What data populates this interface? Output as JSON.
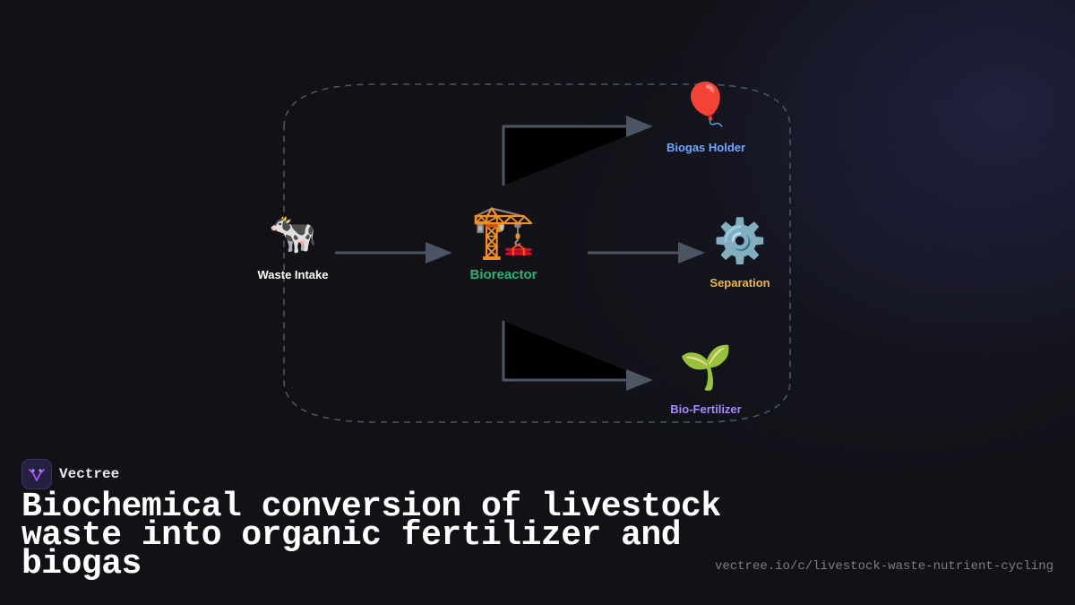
{
  "diagram": {
    "nodes": {
      "waste_intake": {
        "label": "Waste Intake",
        "icon": "cow-icon",
        "glyph": "🐄",
        "color": "#ffffff"
      },
      "bioreactor": {
        "label": "Bioreactor",
        "icon": "construction-crane-icon",
        "glyph": "🏗️",
        "color": "#22b573"
      },
      "biogas_holder": {
        "label": "Biogas Holder",
        "icon": "balloon-icon",
        "glyph": "🎈",
        "color": "#6ea8ff"
      },
      "separation": {
        "label": "Separation",
        "icon": "gear-icon",
        "glyph": "⚙️",
        "color": "#f2b632"
      },
      "bio_fertilizer": {
        "label": "Bio-Fertilizer",
        "icon": "seedling-icon",
        "glyph": "🌱",
        "color": "#a78bfa"
      }
    },
    "edges": [
      {
        "from": "waste_intake",
        "to": "bioreactor"
      },
      {
        "from": "bioreactor",
        "to": "biogas_holder"
      },
      {
        "from": "bioreactor",
        "to": "separation"
      },
      {
        "from": "bioreactor",
        "to": "bio_fertilizer"
      }
    ],
    "arrow_color": "#4b5563",
    "boundary_color": "#4b5563"
  },
  "brand": {
    "name": "Vectree",
    "icon": "vectree-logo-icon"
  },
  "title": "Biochemical conversion of livestock waste into organic fertilizer and biogas",
  "url": "vectree.io/c/livestock-waste-nutrient-cycling"
}
